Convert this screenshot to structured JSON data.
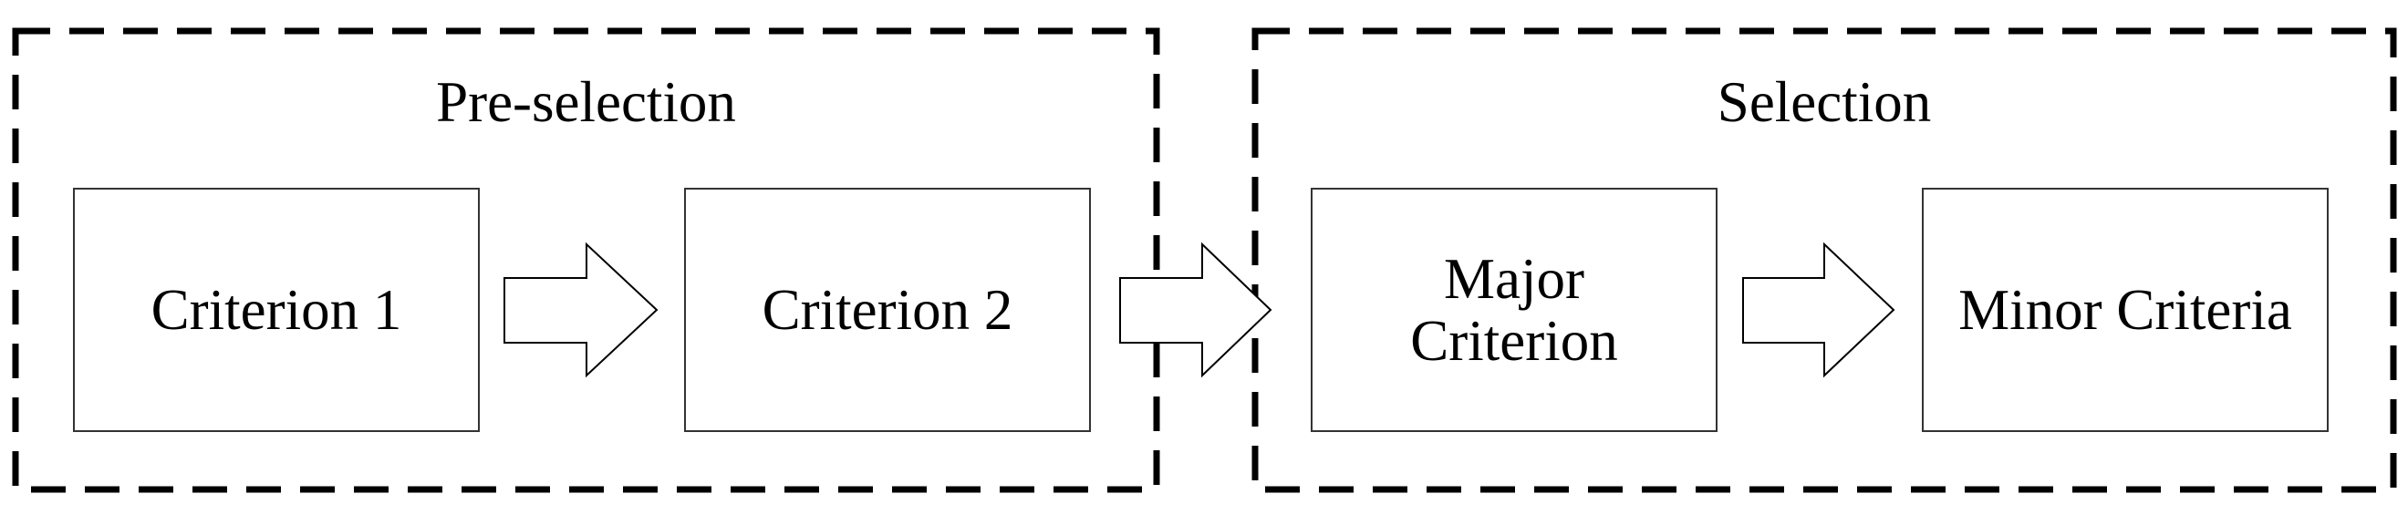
{
  "figure": {
    "background_color": "#ffffff",
    "line_color": "#000000",
    "box_border_color": "#333333",
    "text_color": "#000000"
  },
  "groups": [
    {
      "title": "Pre-selection",
      "boxes": [
        {
          "label": "Criterion 1"
        },
        {
          "label": "Criterion 2"
        }
      ]
    },
    {
      "title": "Selection",
      "boxes": [
        {
          "label": "Major\nCriterion"
        },
        {
          "label": "Minor Criteria"
        }
      ]
    }
  ],
  "icons": {
    "flow_arrow": "right-block-arrow"
  }
}
